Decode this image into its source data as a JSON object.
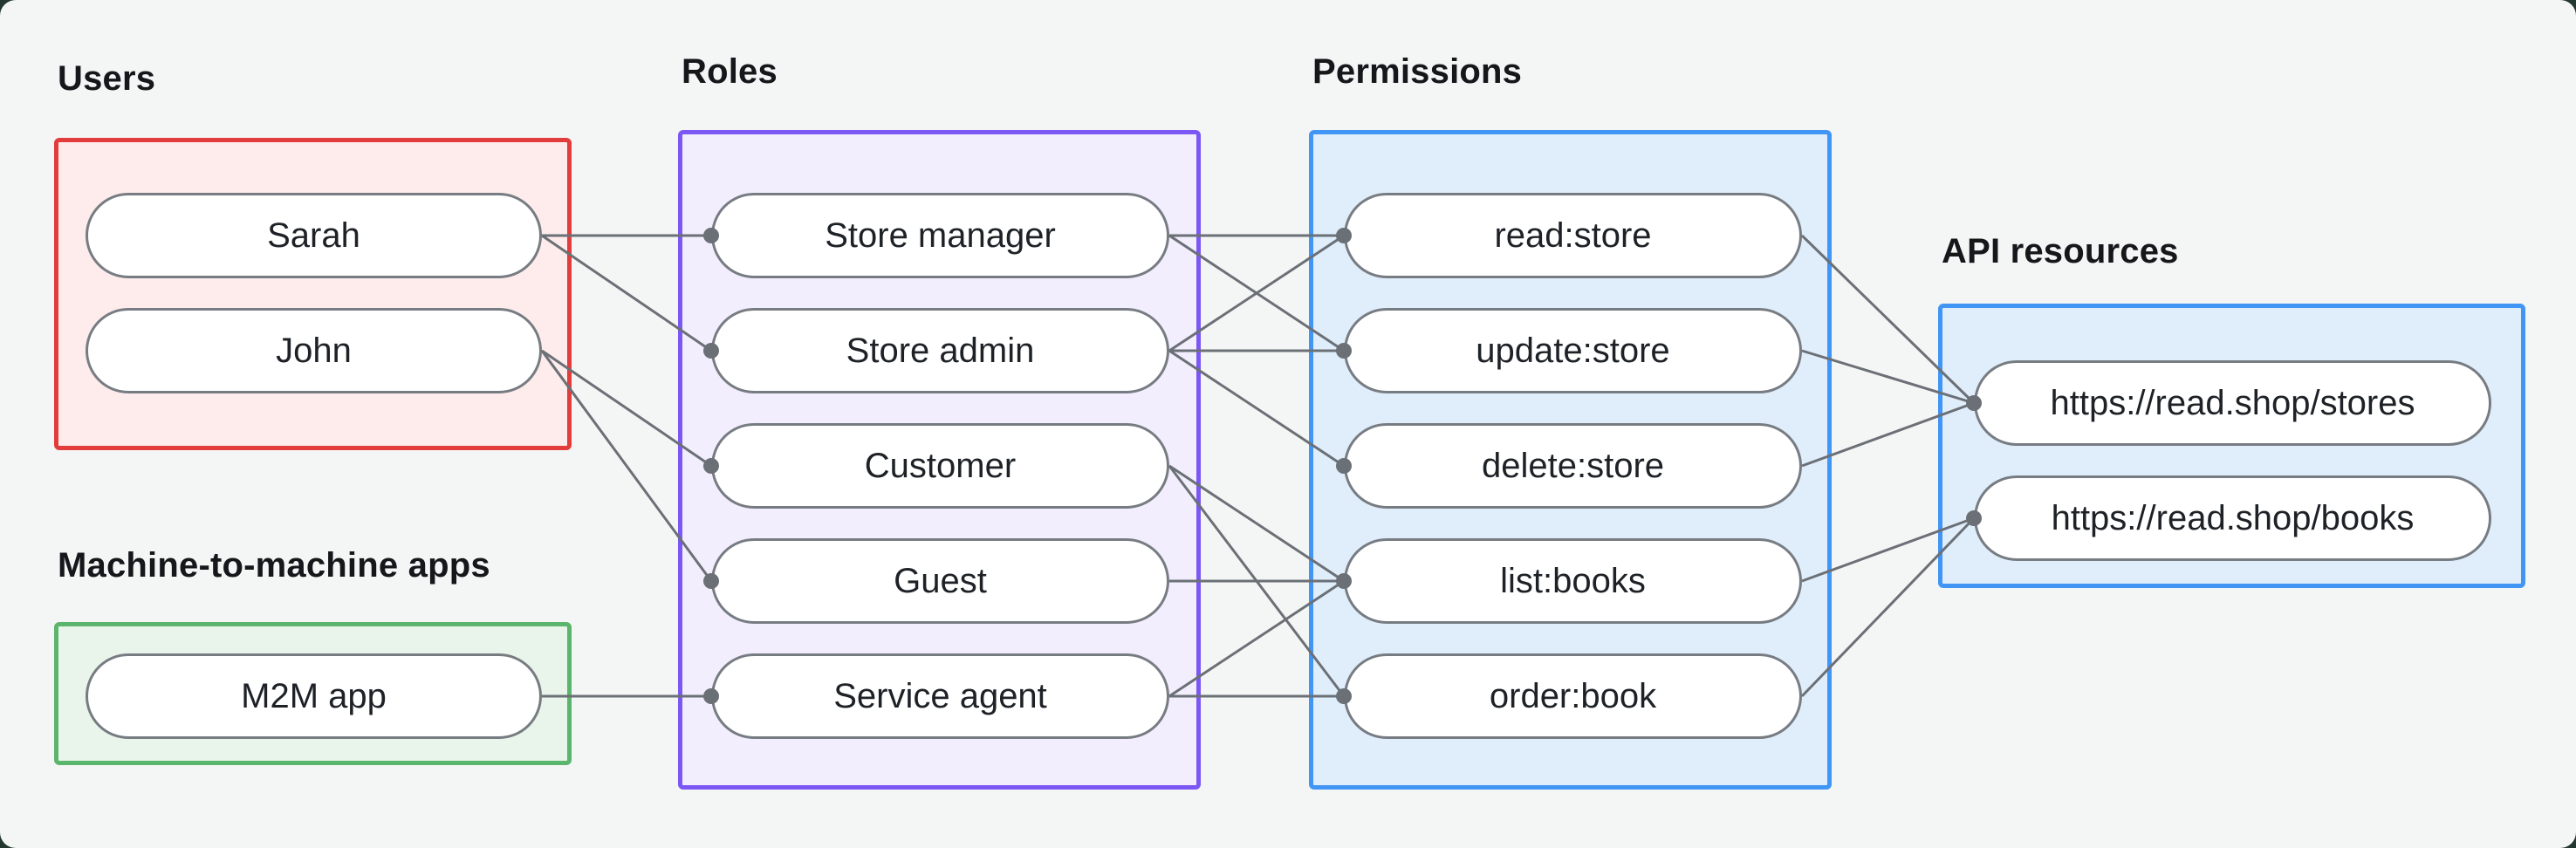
{
  "colors": {
    "background": "#f4f6f5",
    "outer": "#243830",
    "line": "#6b7076",
    "dot": "#6b7076",
    "pill_border": "#777c82",
    "pill_fill": "#ffffff",
    "text": "#1e2227",
    "users_border": "#e23c3c",
    "users_fill": "#fdeceb",
    "m2m_border": "#5cb56c",
    "m2m_fill": "#e9f5ea",
    "roles_border": "#7b57f3",
    "roles_fill": "#f3eefd",
    "permissions_border": "#4195f5",
    "permissions_fill": "#e0eefc",
    "api_border": "#4195f5",
    "api_fill": "#e0eefc"
  },
  "groups": [
    {
      "id": "users",
      "label": "Users",
      "nodes": [
        {
          "id": "sarah",
          "label": "Sarah"
        },
        {
          "id": "john",
          "label": "John"
        }
      ]
    },
    {
      "id": "m2m",
      "label": "Machine-to-machine apps",
      "nodes": [
        {
          "id": "m2m_app",
          "label": "M2M app"
        }
      ]
    },
    {
      "id": "roles",
      "label": "Roles",
      "nodes": [
        {
          "id": "store_manager",
          "label": "Store manager"
        },
        {
          "id": "store_admin",
          "label": "Store admin"
        },
        {
          "id": "customer",
          "label": "Customer"
        },
        {
          "id": "guest",
          "label": "Guest"
        },
        {
          "id": "service_agent",
          "label": "Service agent"
        }
      ]
    },
    {
      "id": "permissions",
      "label": "Permissions",
      "nodes": [
        {
          "id": "read_store",
          "label": "read:store"
        },
        {
          "id": "update_store",
          "label": "update:store"
        },
        {
          "id": "delete_store",
          "label": "delete:store"
        },
        {
          "id": "list_books",
          "label": "list:books"
        },
        {
          "id": "order_book",
          "label": "order:book"
        }
      ]
    },
    {
      "id": "api",
      "label": "API resources",
      "nodes": [
        {
          "id": "stores_api",
          "label": "https://read.shop/stores"
        },
        {
          "id": "books_api",
          "label": "https://read.shop/books"
        }
      ]
    }
  ],
  "connections": [
    [
      "sarah",
      "store_manager"
    ],
    [
      "sarah",
      "store_admin"
    ],
    [
      "john",
      "customer"
    ],
    [
      "john",
      "guest"
    ],
    [
      "m2m_app",
      "service_agent"
    ],
    [
      "store_manager",
      "read_store"
    ],
    [
      "store_manager",
      "update_store"
    ],
    [
      "store_admin",
      "read_store"
    ],
    [
      "store_admin",
      "update_store"
    ],
    [
      "store_admin",
      "delete_store"
    ],
    [
      "customer",
      "list_books"
    ],
    [
      "customer",
      "order_book"
    ],
    [
      "guest",
      "list_books"
    ],
    [
      "service_agent",
      "list_books"
    ],
    [
      "service_agent",
      "order_book"
    ],
    [
      "read_store",
      "stores_api"
    ],
    [
      "update_store",
      "stores_api"
    ],
    [
      "delete_store",
      "stores_api"
    ],
    [
      "list_books",
      "books_api"
    ],
    [
      "order_book",
      "books_api"
    ]
  ]
}
